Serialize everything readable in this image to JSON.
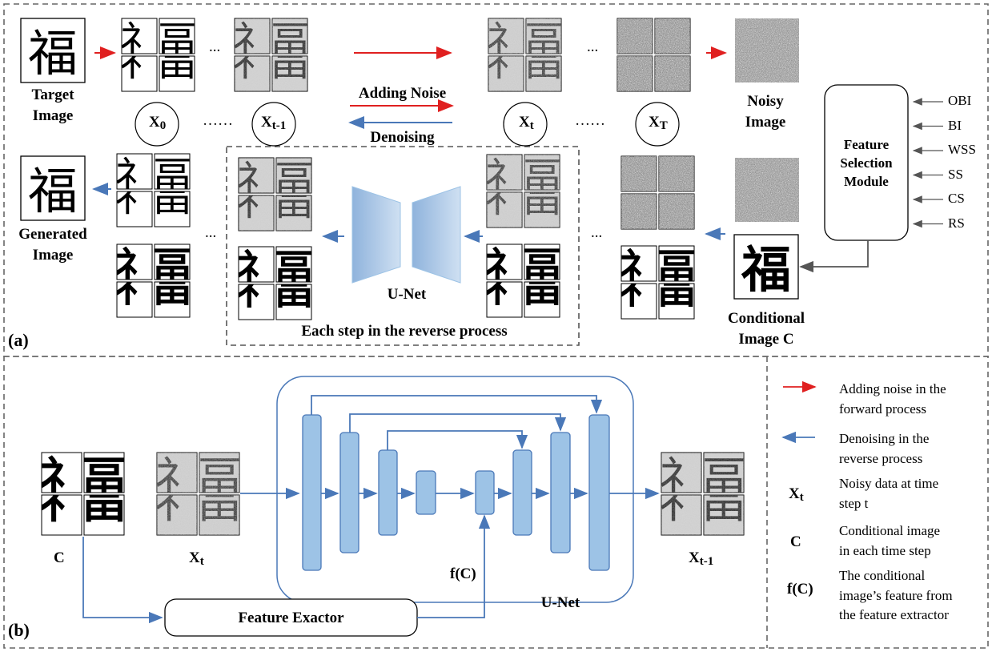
{
  "panel_a": {
    "label": "(a)",
    "target_image": "Target\nImage",
    "noisy_image": "Noisy\nImage",
    "generated_image": "Generated\nImage",
    "conditional_image": "Conditional\nImage C",
    "adding_noise": "Adding Noise",
    "denoising": "Denoising",
    "unet": "U-Net",
    "reverse_step": "Each step in the reverse process",
    "states": [
      {
        "base": "X",
        "sub": "0"
      },
      {
        "base": "X",
        "sub": "t-1"
      },
      {
        "base": "X",
        "sub": "t"
      },
      {
        "base": "X",
        "sub": "T"
      }
    ],
    "dots_long": "……",
    "dots_short": "...",
    "feature_module": "Feature\nSelection\nModule",
    "feature_inputs": [
      "OBI",
      "BI",
      "WSS",
      "SS",
      "CS",
      "RS"
    ],
    "character": "福",
    "char_left": "礻",
    "char_right": "畐"
  },
  "panel_b": {
    "label": "(b)",
    "c": "C",
    "xt": {
      "base": "X",
      "sub": "t"
    },
    "xt1": {
      "base": "X",
      "sub": "t-1"
    },
    "fc": "f(C)",
    "feature_extractor": "Feature Exactor",
    "unet": "U-Net"
  },
  "legend": [
    {
      "type": "red-arrow",
      "text": "Adding noise in the\nforward process"
    },
    {
      "type": "blue-arrow",
      "text": "Denoising in the\nreverse process"
    },
    {
      "type": "symbol",
      "symbol_base": "X",
      "symbol_sub": "t",
      "text": "Noisy data at time\nstep t"
    },
    {
      "type": "symbol",
      "symbol_base": "C",
      "symbol_sub": "",
      "text": "Conditional image\nin each time step"
    },
    {
      "type": "symbol",
      "symbol_base": "f(C)",
      "symbol_sub": "",
      "text": "The conditional\nimage’s feature from\nthe feature extractor"
    }
  ],
  "colors": {
    "red": "#e02020",
    "blue": "#4a78b8",
    "unet_fill": "#9dc3e6",
    "unet_stroke": "#4a78b8",
    "dash": "#666666"
  }
}
